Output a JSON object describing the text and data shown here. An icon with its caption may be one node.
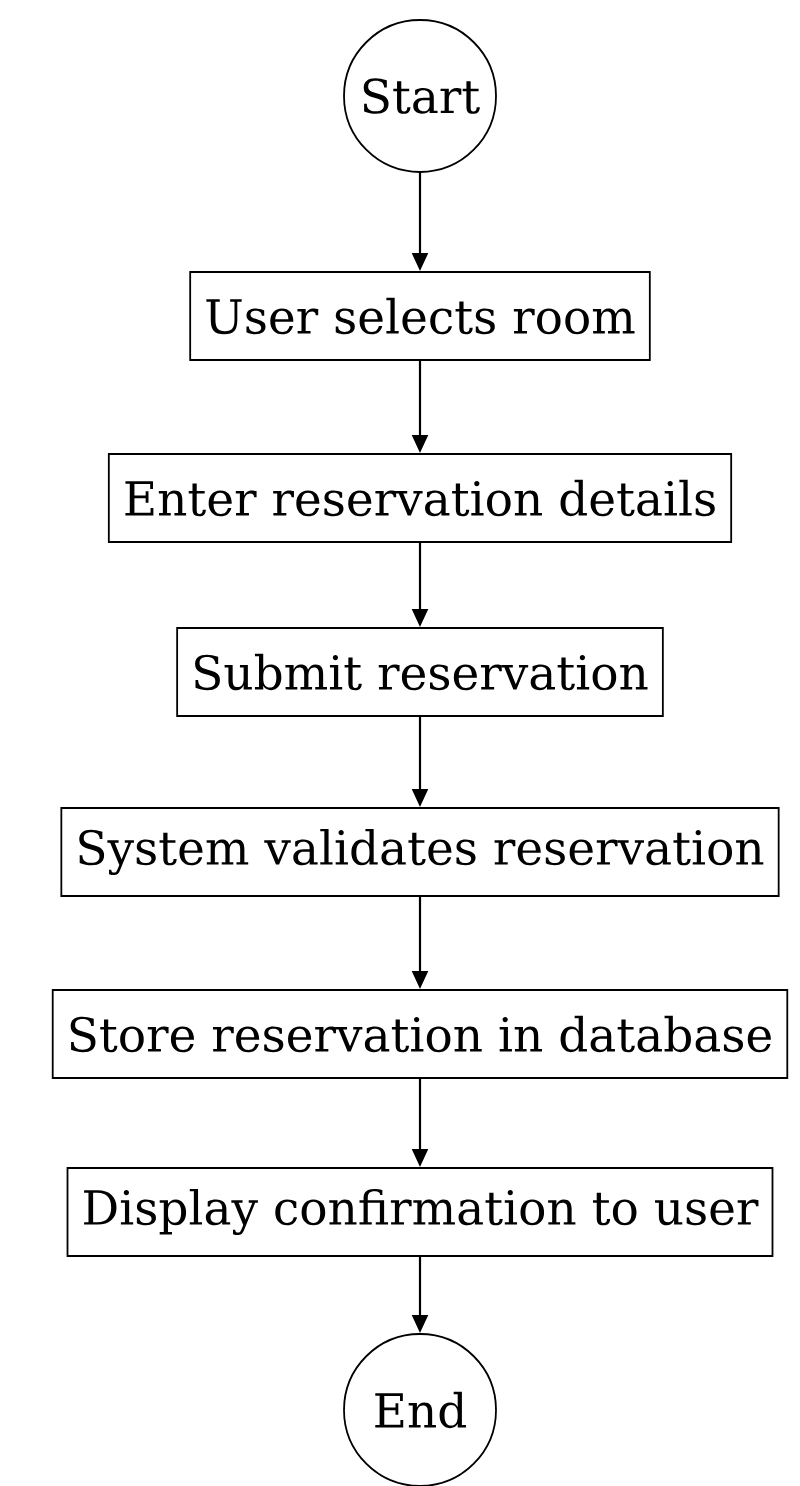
{
  "diagram": {
    "nodes": [
      {
        "text": [
          "Start"
        ]
      },
      {
        "text": [
          "User selects room"
        ]
      },
      {
        "text": [
          "Enter reservation details"
        ]
      },
      {
        "text": [
          "Submit reservation"
        ]
      },
      {
        "text": [
          "System validates reservation"
        ]
      },
      {
        "text": [
          "Store reservation in database"
        ]
      },
      {
        "text": [
          "Display confirmation to user"
        ]
      },
      {
        "text": [
          "End"
        ]
      }
    ],
    "edges": [
      {
        "from": 0,
        "to": 1,
        "arrow": "to"
      },
      {
        "from": 1,
        "to": 2,
        "arrow": "to"
      },
      {
        "from": 2,
        "to": 3,
        "arrow": "to"
      },
      {
        "from": 3,
        "to": 4,
        "arrow": "to"
      },
      {
        "from": 4,
        "to": 5,
        "arrow": "to"
      },
      {
        "from": 5,
        "to": 6,
        "arrow": "to"
      },
      {
        "from": 6,
        "to": 7,
        "arrow": "to"
      }
    ]
  }
}
